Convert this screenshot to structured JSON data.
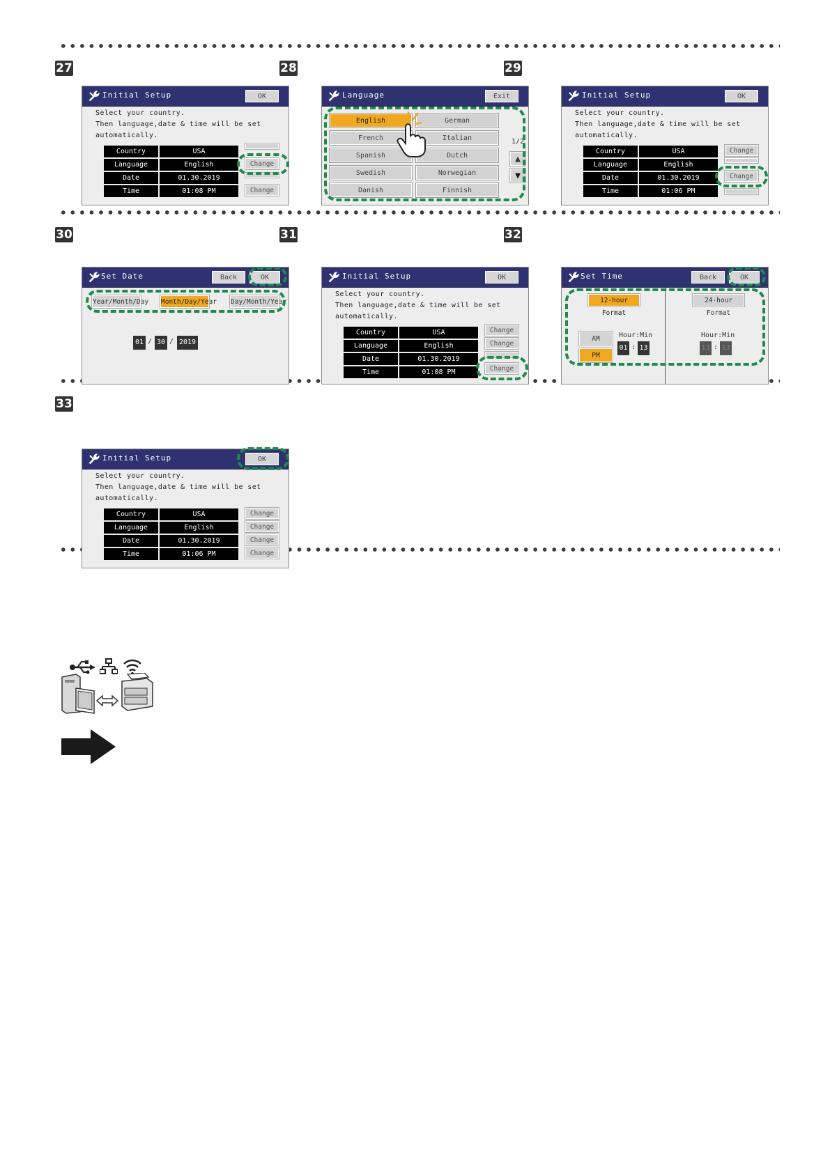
{
  "steps": {
    "s27": "27",
    "s28": "28",
    "s29": "29",
    "s30": "30",
    "s31": "31",
    "s32": "32",
    "s33": "33"
  },
  "initial_setup": {
    "title": "Initial Setup",
    "ok_label": "OK",
    "message": "Select your country.\nThen language,date & time will be set\nautomatically.",
    "change_label": "Change",
    "rows": [
      {
        "key": "Country",
        "value": "USA"
      },
      {
        "key": "Language",
        "value": "English"
      },
      {
        "key": "Date",
        "value": "01.30.2019"
      },
      {
        "key": "Time",
        "value": "01:08 PM"
      }
    ],
    "time_value_alt": "01:06 PM"
  },
  "language": {
    "title": "Language",
    "exit_label": "Exit",
    "options": [
      "English",
      "German",
      "French",
      "Italian",
      "Spanish",
      "Dutch",
      "Swedish",
      "Norwegian",
      "Danish",
      "Finnish"
    ],
    "selected": "English",
    "page": "1/2",
    "up_label": "▲",
    "down_label": "▼"
  },
  "set_date": {
    "title": "Set Date",
    "back_label": "Back",
    "ok_label": "OK",
    "formats": [
      "Year/Month/Day",
      "Month/Day/Year",
      "Day/Month/Year"
    ],
    "selected": "Month/Day/Year",
    "month": "01",
    "day": "30",
    "year": "2019",
    "sep": "/"
  },
  "set_time": {
    "title": "Set Time",
    "back_label": "Back",
    "ok_label": "OK",
    "format_12": "12-hour Format",
    "format_24": "24-hour Format",
    "am": "AM",
    "pm": "PM",
    "hour_min_label": "Hour:Min",
    "hour": "01",
    "minute": "13",
    "colon": ":",
    "hour24": "13",
    "minute24": "13"
  },
  "colors": {
    "title_bar": "#2f3270",
    "highlight": "#f0a820",
    "dash": "#1f8a4c"
  },
  "icons": [
    "usb-icon",
    "network-icon",
    "wifi-icon",
    "computer-printer-icon",
    "next-arrow-icon"
  ]
}
